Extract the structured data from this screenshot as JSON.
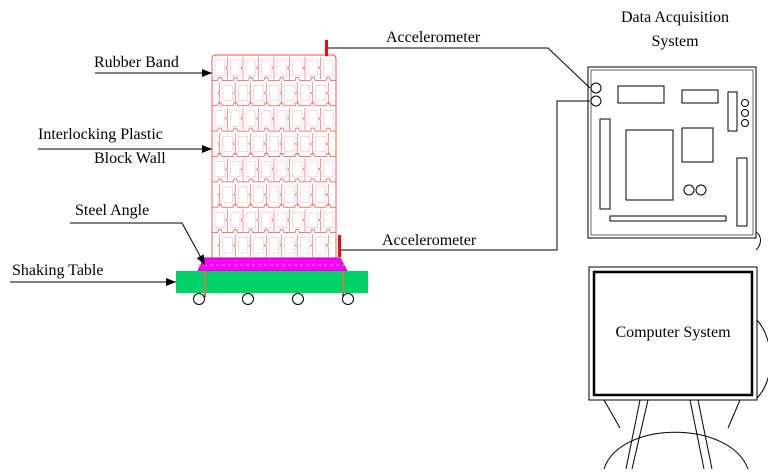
{
  "labels": {
    "rubber_band": "Rubber Band",
    "wall_line1": "Interlocking Plastic",
    "wall_line2": "Block Wall",
    "steel_angle": "Steel Angle",
    "shaking_table": "Shaking Table",
    "accelerometer_top": "Accelerometer",
    "accelerometer_bottom": "Accelerometer",
    "daq_line1": "Data Acquisition",
    "daq_line2": "System",
    "computer": "Computer System"
  },
  "colors": {
    "block_lines": "#ff4d4d",
    "steel_angle": "#ff00ff",
    "table": "#00d26a",
    "sensor": "#e01010",
    "line": "#000000"
  }
}
